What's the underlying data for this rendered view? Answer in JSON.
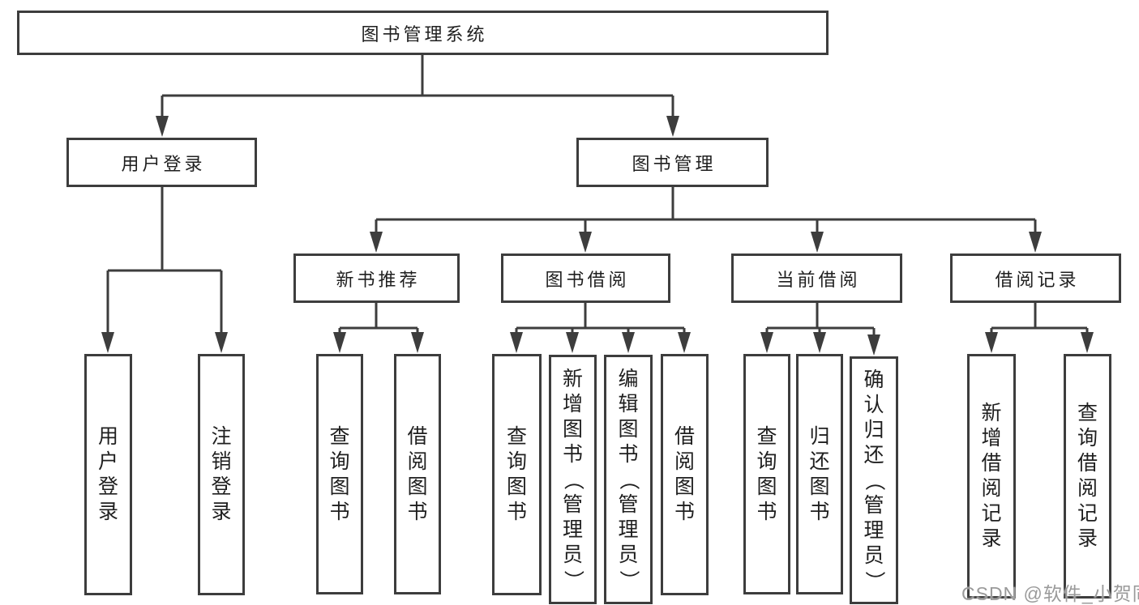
{
  "tree": {
    "label": "图书管理系统",
    "children": [
      {
        "label": "用户登录",
        "children": [
          {
            "label": "用户登录"
          },
          {
            "label": "注销登录"
          }
        ]
      },
      {
        "label": "图书管理",
        "children": [
          {
            "label": "新书推荐",
            "children": [
              {
                "label": "查询图书"
              },
              {
                "label": "借阅图书"
              }
            ]
          },
          {
            "label": "图书借阅",
            "children": [
              {
                "label": "查询图书"
              },
              {
                "label": "新增图书（管理员）"
              },
              {
                "label": "编辑图书（管理员）"
              },
              {
                "label": "借阅图书"
              }
            ]
          },
          {
            "label": "当前借阅",
            "children": [
              {
                "label": "查询图书"
              },
              {
                "label": "归还图书"
              },
              {
                "label": "确认归还（管理员）"
              }
            ]
          },
          {
            "label": "借阅记录",
            "children": [
              {
                "label": "新增借阅记录"
              },
              {
                "label": "查询借阅记录"
              }
            ]
          }
        ]
      }
    ]
  },
  "watermark": {
    "text": "CSDN @软件_小贺同学"
  },
  "colors": {
    "line": "#3d3d3d",
    "text": "#1f1f1f",
    "watermark": "#9a9a9a",
    "background": "#ffffff"
  }
}
